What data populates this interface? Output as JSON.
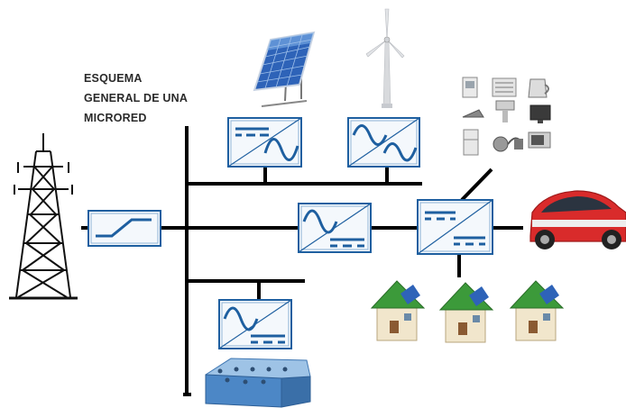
{
  "title": {
    "line1": "ESQUEMA",
    "line2": "GENERAL DE UNA",
    "line3": "MICRORED"
  },
  "colors": {
    "bus": "#000000",
    "converter_stroke": "#1e5fa0",
    "converter_fill": "#f4f8fc",
    "panel": "#2e63b8",
    "roof": "#3c9a3a",
    "car": "#d92b2b",
    "battery": "#4c87c6"
  },
  "components": {
    "grid": "transmission-tower-icon",
    "solar": "solar-panel-icon",
    "wind": "wind-turbine-icon",
    "loads": "appliances-icon",
    "vehicle": "electric-car-icon",
    "houses": "solar-house-icon",
    "storage": "battery-bank-icon",
    "switch": "grid-switch-icon",
    "converter": "power-converter-icon"
  }
}
